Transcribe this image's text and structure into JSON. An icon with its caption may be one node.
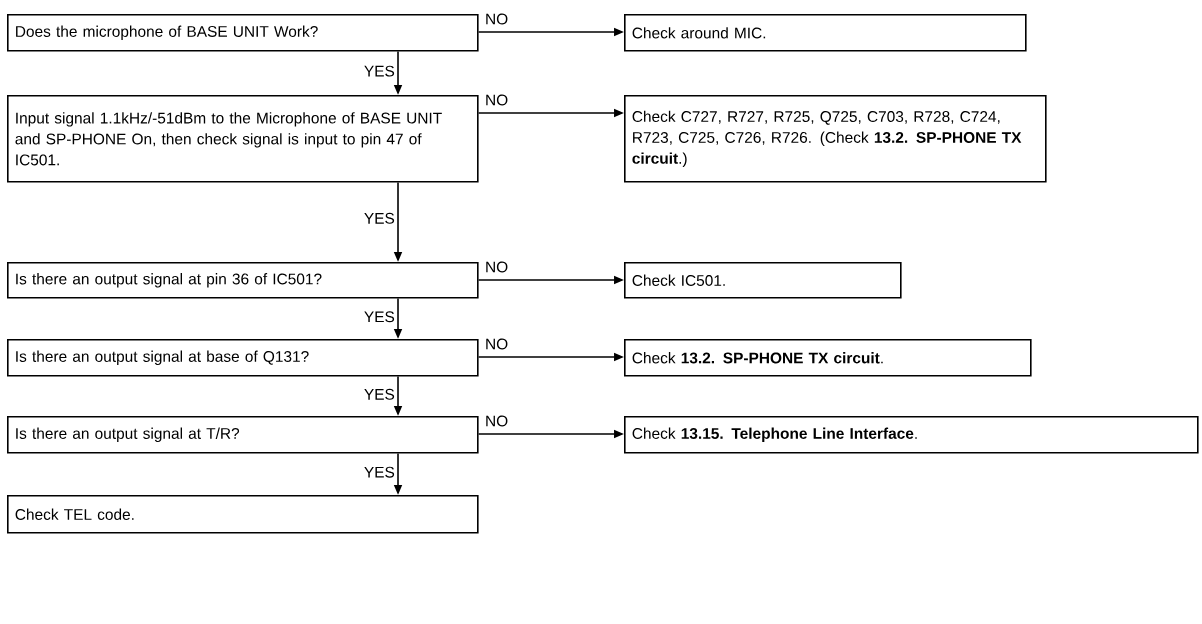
{
  "diagram": {
    "nodes": [
      {
        "text": [
          "Does the microphone of BASE UNIT Work?"
        ]
      },
      {
        "text": [
          "Check around MIC."
        ]
      },
      {
        "text": [
          "Input signal 1.1kHz/-51dBm to the Microphone of BASE UNIT and SP-PHONE On, then check signal is input to pin 47 of IC501."
        ]
      },
      {
        "text": [
          "Check C727, R727, R725, Q725, C703, R728, C724, R723, C725, C726, R726. (Check **13.2. SP-PHONE TX circuit**.)"
        ]
      },
      {
        "text": [
          "Is there an output signal at pin 36 of IC501?"
        ]
      },
      {
        "text": [
          "Check IC501."
        ]
      },
      {
        "text": [
          "Is there an output signal at base of Q131?"
        ]
      },
      {
        "text": [
          "Check **13.2. SP-PHONE TX circuit**."
        ]
      },
      {
        "text": [
          "Is there an output signal at T/R?"
        ]
      },
      {
        "text": [
          "Check **13.15. Telephone Line Interface**."
        ]
      },
      {
        "text": [
          "Check TEL code."
        ]
      }
    ],
    "edges": [
      {
        "from": 0,
        "to": 1,
        "arrow": "to",
        "label": "NO"
      },
      {
        "from": 0,
        "to": 2,
        "arrow": "to",
        "label": "YES"
      },
      {
        "from": 2,
        "to": 3,
        "arrow": "to",
        "label": "NO"
      },
      {
        "from": 2,
        "to": 4,
        "arrow": "to",
        "label": "YES"
      },
      {
        "from": 4,
        "to": 5,
        "arrow": "to",
        "label": "NO"
      },
      {
        "from": 4,
        "to": 6,
        "arrow": "to",
        "label": "YES"
      },
      {
        "from": 6,
        "to": 7,
        "arrow": "to",
        "label": "NO"
      },
      {
        "from": 6,
        "to": 8,
        "arrow": "to",
        "label": "YES"
      },
      {
        "from": 8,
        "to": 9,
        "arrow": "to",
        "label": "NO"
      },
      {
        "from": 8,
        "to": 10,
        "arrow": "to",
        "label": "YES"
      }
    ]
  }
}
